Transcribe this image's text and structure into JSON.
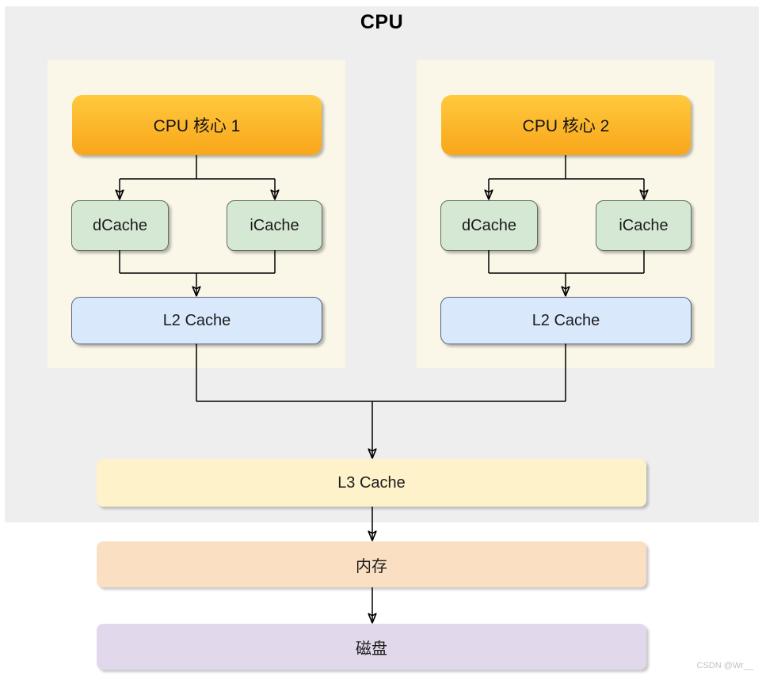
{
  "title": "CPU",
  "watermark": "CSDN @Wr__",
  "colors": {
    "container_bg": "#eeeeee",
    "panel_bg": "#faf7e9",
    "core_gradient_top": "#ffc93e",
    "core_gradient_bottom": "#f9a61a",
    "cache_bg": "#d5e8d4",
    "cache_border": "#5f6e5c",
    "l2_bg": "#dae8fc",
    "l2_border": "#56637a",
    "l3_bg": "#fdf2c9",
    "memory_bg": "#fbdfc2",
    "disk_bg": "#e2d8eb",
    "arrow": "#000000"
  },
  "cores": [
    {
      "label": "CPU 核心 1",
      "dcache": "dCache",
      "icache": "iCache",
      "l2": "L2 Cache"
    },
    {
      "label": "CPU 核心 2",
      "dcache": "dCache",
      "icache": "iCache",
      "l2": "L2 Cache"
    }
  ],
  "shared": {
    "l3": "L3 Cache",
    "memory": "内存",
    "disk": "磁盘"
  }
}
